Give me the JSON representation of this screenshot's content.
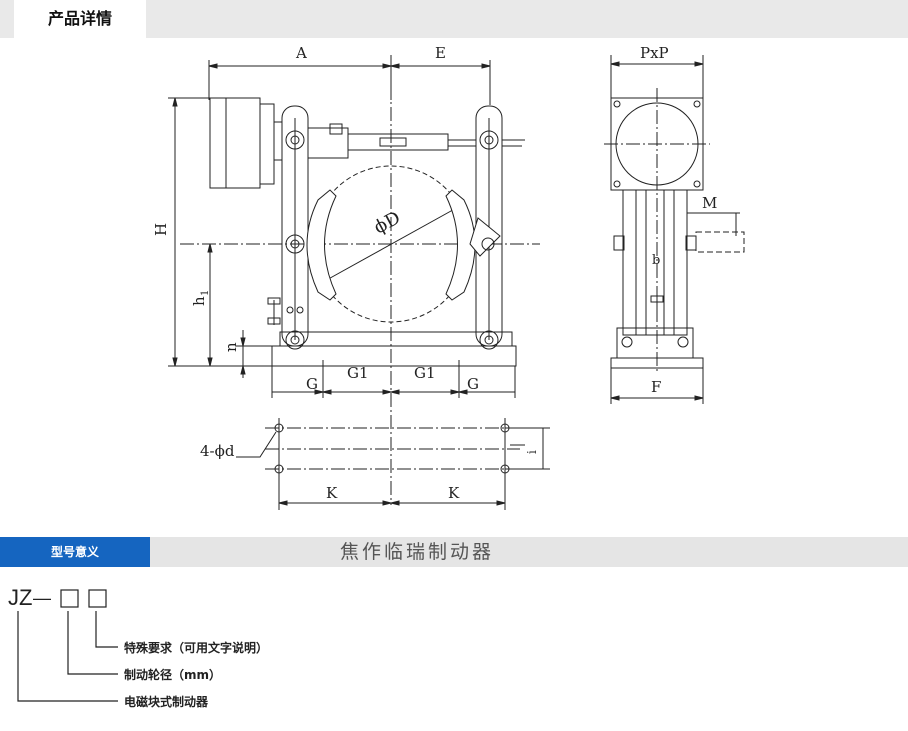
{
  "header": {
    "tab_label": "产品详情"
  },
  "drawing": {
    "dims": {
      "A": "A",
      "E": "E",
      "PxP": "PxP",
      "H": "H",
      "h1": "h",
      "h1_sub": "1",
      "n": "n",
      "D": "ϕD",
      "M": "M",
      "b": "b",
      "G": "G",
      "G1": "G1",
      "F": "F",
      "d": "4-ϕd",
      "K": "K",
      "i": "i"
    }
  },
  "section": {
    "tab_label": "型号意义",
    "watermark": "焦作临瑞制动器"
  },
  "model": {
    "code_prefix": "JZ",
    "dash": "—",
    "desc_special": "特殊要求（可用文字说明）",
    "desc_wheel": "制动轮径（mm）",
    "desc_type": "电磁块式制动器"
  }
}
